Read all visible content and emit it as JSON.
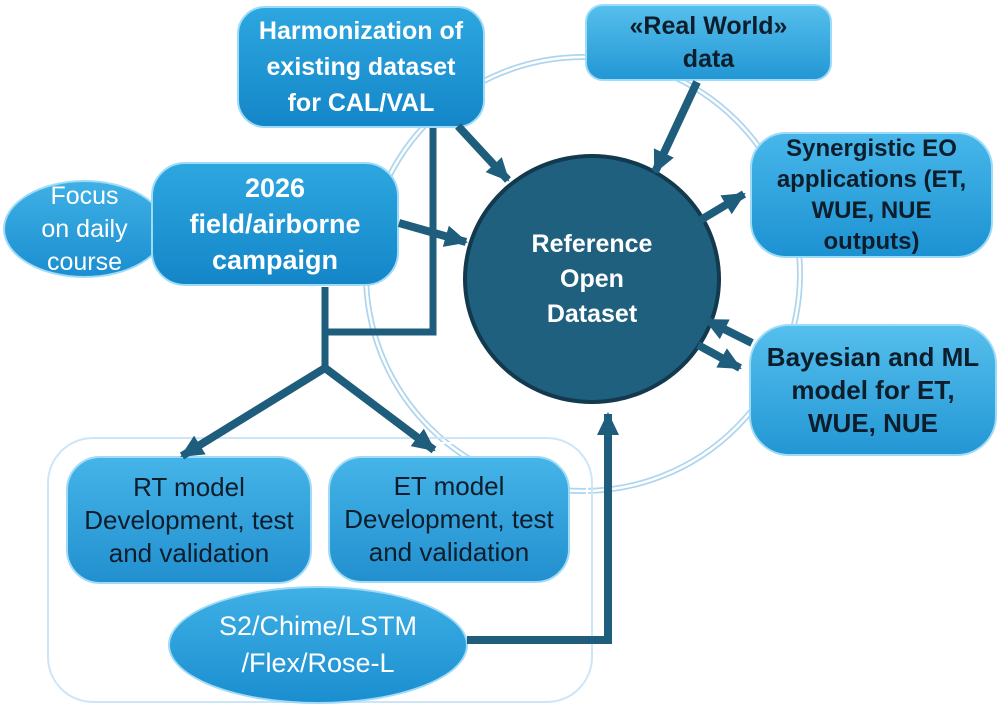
{
  "diagram_title": "Reference Open Dataset workflow diagram",
  "palette": {
    "box_blue_top": "#2da7e0",
    "box_blue_bottom": "#1486c8",
    "light_box_top": "#55bfed",
    "light_box_bottom": "#2397d4",
    "center_circle_fill": "#20607f",
    "center_circle_border": "#12394d",
    "arrow_dark": "#1e5d7c",
    "cycle_ring_blue": "#aed5ee",
    "cycle_ring_white": "#ffffff",
    "dark_text": "#0d1d2b",
    "white_text": "#ffffff"
  },
  "nodes": {
    "harmonization": {
      "label": "Harmonization of\nexisting dataset\nfor CAL/VAL"
    },
    "real_world": {
      "label": "«Real World»\ndata"
    },
    "focus": {
      "label": "Focus\non daily\ncourse"
    },
    "campaign": {
      "label": "2026\nfield/airborne\ncampaign"
    },
    "reference": {
      "label": "Reference\nOpen\nDataset"
    },
    "synergistic": {
      "label": "Synergistic EO\napplications (ET,\nWUE, NUE\noutputs)"
    },
    "bayesian": {
      "label": "Bayesian and ML\nmodel for ET,\nWUE, NUE"
    },
    "rt_model": {
      "label": "RT model\nDevelopment, test\nand validation"
    },
    "et_model": {
      "label": "ET model\nDevelopment, test\nand validation"
    },
    "sensors": {
      "label": "S2/Chime/LSTM\n/Flex/Rose-L"
    }
  },
  "connectors": [
    {
      "from": "harmonization",
      "to": "reference",
      "type": "arrow"
    },
    {
      "from": "real_world",
      "to": "reference",
      "type": "arrow"
    },
    {
      "from": "campaign",
      "to": "reference",
      "type": "arrow"
    },
    {
      "from": "reference",
      "to": "synergistic",
      "type": "arrow"
    },
    {
      "from": "bayesian",
      "to": "reference",
      "type": "arrow"
    },
    {
      "from": "reference",
      "to": "bayesian",
      "type": "arrow"
    },
    {
      "from": "campaign",
      "to": "rt_model",
      "type": "arrow"
    },
    {
      "from": "campaign",
      "to": "et_model",
      "type": "arrow"
    },
    {
      "from": "harmonization",
      "to": "campaign_branch",
      "type": "line"
    },
    {
      "from": "sensors",
      "to": "reference",
      "type": "elbow-arrow"
    },
    {
      "from": "cycle",
      "to": "cycle",
      "type": "background-ring"
    }
  ]
}
